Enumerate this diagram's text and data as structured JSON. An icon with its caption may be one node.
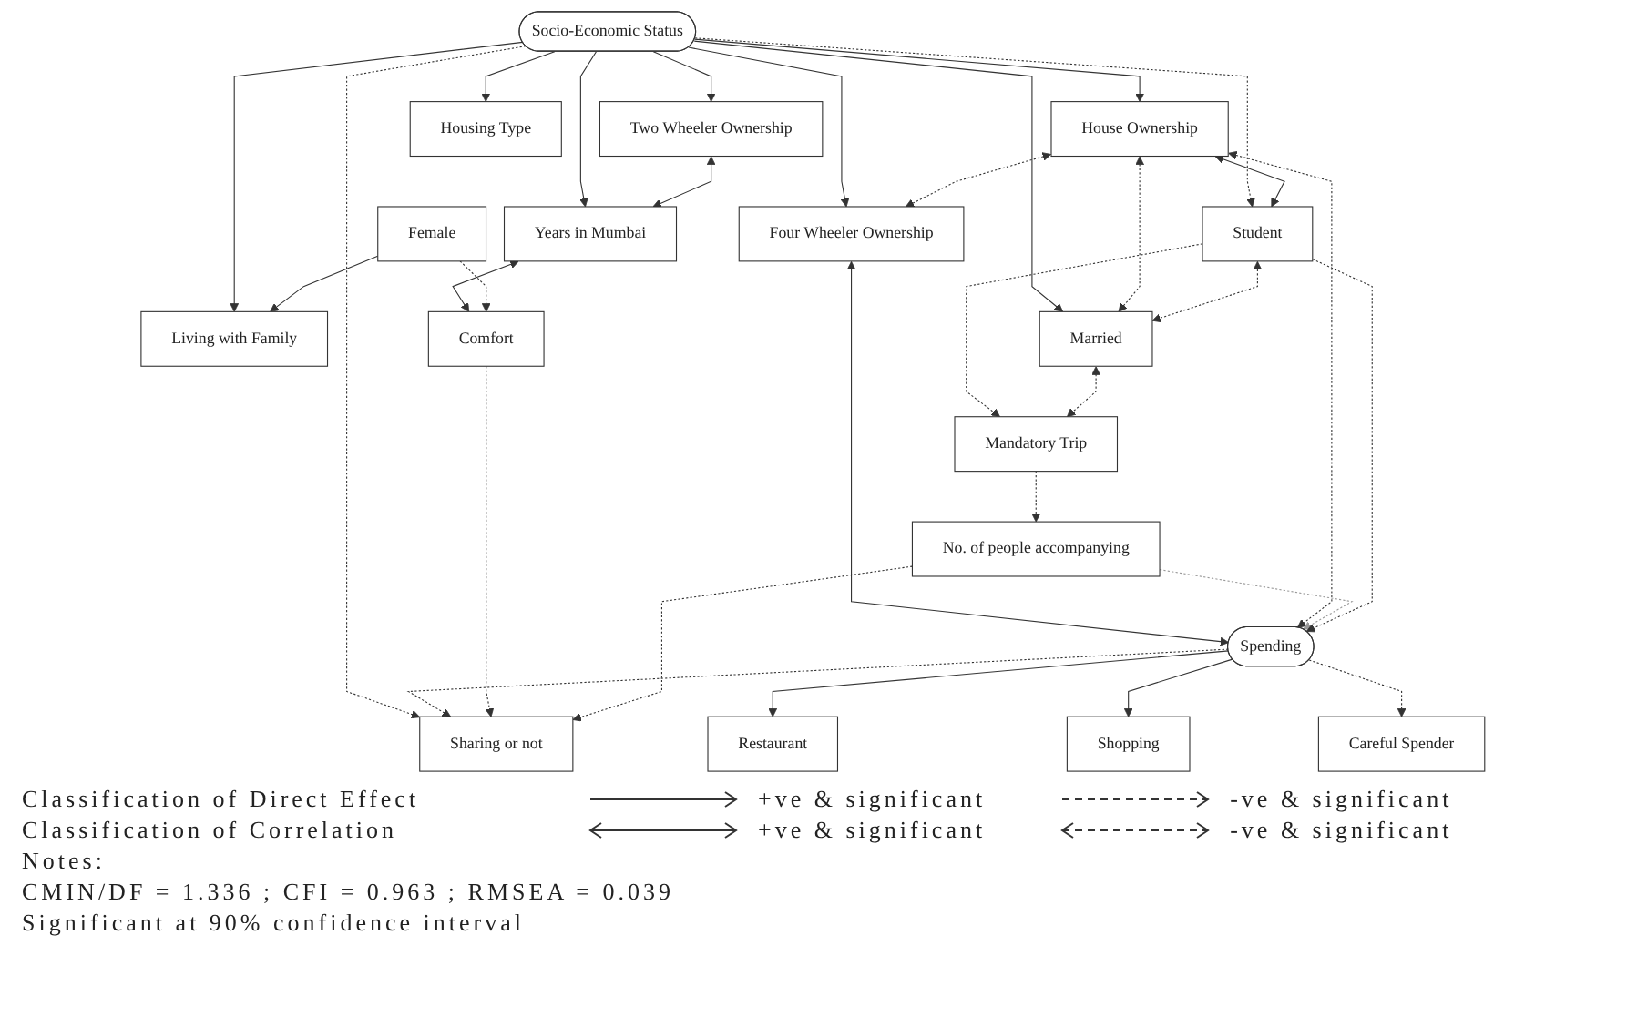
{
  "diagram": {
    "nodes": [
      {
        "text": [
          "House Ownership"
        ]
      },
      {
        "text": [
          "Four Wheeler Ownership"
        ]
      },
      {
        "text": [
          "Sharing or not"
        ]
      },
      {
        "text": [
          "Careful Spender"
        ]
      },
      {
        "text": [
          "Two Wheeler Ownership"
        ]
      },
      {
        "text": [
          "Shopping"
        ]
      },
      {
        "text": [
          "Years in Mumbai"
        ]
      },
      {
        "text": [
          "Socio-Economic Status"
        ]
      },
      {
        "text": [
          "Spending"
        ]
      },
      {
        "text": [
          "Restaurant"
        ]
      },
      {
        "text": [
          "Housing Type"
        ]
      },
      {
        "text": [
          "Living with Family"
        ]
      },
      {
        "text": [
          "Comfort"
        ]
      },
      {
        "text": [
          "Student"
        ]
      },
      {
        "text": [
          "Married"
        ]
      },
      {
        "text": [
          "Mandatory Trip"
        ]
      },
      {
        "text": [
          "No. of people accompanying"
        ]
      },
      {
        "text": [
          "Female"
        ]
      }
    ],
    "edges": [
      {
        "from": 7,
        "to": 0,
        "arrow": "to"
      },
      {
        "from": 7,
        "to": 1,
        "arrow": "to"
      },
      {
        "from": 7,
        "to": 4,
        "arrow": "to"
      },
      {
        "from": 7,
        "to": 6,
        "arrow": "to"
      },
      {
        "from": 7,
        "to": 10,
        "arrow": "to"
      },
      {
        "from": 7,
        "to": 11,
        "arrow": "to"
      },
      {
        "from": 7,
        "to": 14,
        "arrow": "to"
      },
      {
        "from": 7,
        "to": 13,
        "arrow": "to",
        "style": "dashed"
      },
      {
        "from": 7,
        "to": 2,
        "arrow": "to",
        "style": "dashed"
      },
      {
        "from": 8,
        "to": 3,
        "arrow": "to",
        "style": "dashed"
      },
      {
        "from": 8,
        "to": 5,
        "arrow": "to"
      },
      {
        "from": 8,
        "to": 9,
        "arrow": "to"
      },
      {
        "from": 8,
        "to": 2,
        "arrow": "to",
        "style": "dashed"
      },
      {
        "from": 1,
        "to": 8,
        "arrow": "both"
      },
      {
        "from": 0,
        "to": 8,
        "arrow": "both",
        "style": "dashed"
      },
      {
        "from": 6,
        "to": 12,
        "arrow": "both"
      },
      {
        "from": 12,
        "to": 2,
        "arrow": "to",
        "style": "dashed"
      },
      {
        "from": 17,
        "to": 11,
        "arrow": "to"
      },
      {
        "from": 17,
        "to": 12,
        "arrow": "to",
        "style": "dashed"
      },
      {
        "from": 16,
        "to": 2,
        "arrow": "to",
        "style": "dashed"
      },
      {
        "from": 16,
        "to": 8,
        "arrow": "to",
        "style": "dashed",
        "color": "#999999"
      },
      {
        "from": 13,
        "to": 8,
        "arrow": "to",
        "style": "dashed"
      },
      {
        "from": 13,
        "to": 15,
        "arrow": "to",
        "style": "dashed"
      },
      {
        "from": 14,
        "to": 15,
        "arrow": "both",
        "style": "dashed"
      },
      {
        "from": 15,
        "to": 16,
        "arrow": "to",
        "style": "dashed"
      },
      {
        "from": 4,
        "to": 6,
        "arrow": "both"
      },
      {
        "from": 0,
        "to": 13,
        "arrow": "both"
      },
      {
        "from": 0,
        "to": 14,
        "arrow": "both",
        "style": "dashed"
      },
      {
        "from": 0,
        "to": 1,
        "arrow": "both",
        "style": "dashed"
      },
      {
        "from": 13,
        "to": 14,
        "arrow": "both",
        "style": "dashed"
      }
    ],
    "labels": [
      "Classification of Direct Effect",
      "Classification of Correlation",
      "Notes:",
      "CMIN/DF = 1.336 ; CFI = 0.963 ; RMSEA = 0.039",
      "Significant at 90% confidence interval"
    ],
    "legend": [
      {
        "text": "+ve & significant"
      },
      {
        "text": "-ve & significant"
      },
      {
        "text": "+ve & significant"
      },
      {
        "text": "-ve & significant"
      }
    ]
  }
}
